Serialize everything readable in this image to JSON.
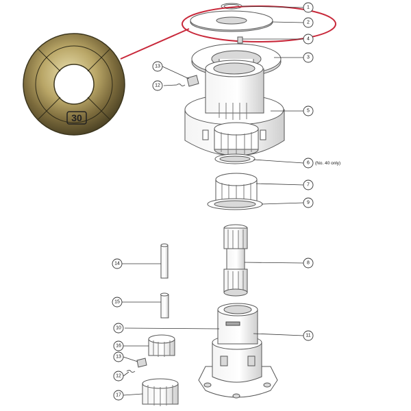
{
  "callouts": [
    {
      "id": "1",
      "label": "1"
    },
    {
      "id": "2",
      "label": "2"
    },
    {
      "id": "3",
      "label": "3"
    },
    {
      "id": "4",
      "label": "4"
    },
    {
      "id": "5",
      "label": "5"
    },
    {
      "id": "6",
      "label": "6"
    },
    {
      "id": "7",
      "label": "7"
    },
    {
      "id": "8",
      "label": "8"
    },
    {
      "id": "9",
      "label": "9"
    },
    {
      "id": "10",
      "label": "10"
    },
    {
      "id": "11",
      "label": "11"
    },
    {
      "id": "12a",
      "label": "12"
    },
    {
      "id": "12b",
      "label": "12"
    },
    {
      "id": "13a",
      "label": "13"
    },
    {
      "id": "13b",
      "label": "13"
    },
    {
      "id": "14",
      "label": "14"
    },
    {
      "id": "15",
      "label": "15"
    },
    {
      "id": "16",
      "label": "16"
    },
    {
      "id": "17",
      "label": "17"
    }
  ],
  "notes": {
    "part6": "(No. 40 only)"
  },
  "inset": {
    "stamp": "30"
  },
  "colors": {
    "highlight": "#c8283a",
    "line": "#555555"
  }
}
